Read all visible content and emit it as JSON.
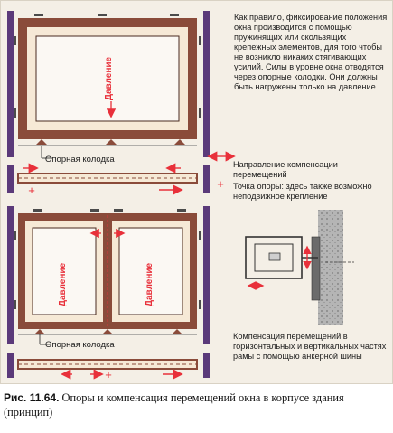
{
  "notes": {
    "top": "Как правило, фиксирование положения окна производится с помощью пружинящих или скользящих крепежных эле­ментов, для того чтобы не воз­никло никаких стягивающих усилий. Силы в уровне окна отводятся через опорные колодки. Они должны быть нагружены только на давление.",
    "legend_direction": "Направление компенсации перемещений",
    "legend_fixed": "Точка опоры: здесь также возможно неподвижное крепление",
    "bottom": "Компенсация перемещений в горизонтальных и вертикаль­ных частях рамы с помощью анкерной шины"
  },
  "labels": {
    "pressure": "Давление",
    "support_pad": "Опорная колодка",
    "plus": "+"
  },
  "caption": {
    "prefix": "Рис. 11.64.",
    "text": " Опоры и компенсация перемещений окна в корпусе здания (принцип)"
  },
  "colors": {
    "background": "#f4efe6",
    "frame_wall": "#5b3a7a",
    "window_frame": "#8a4b3a",
    "frame_inner": "#f6e9d6",
    "arrow": "#e8303a",
    "concrete": "#b8b8b8"
  }
}
